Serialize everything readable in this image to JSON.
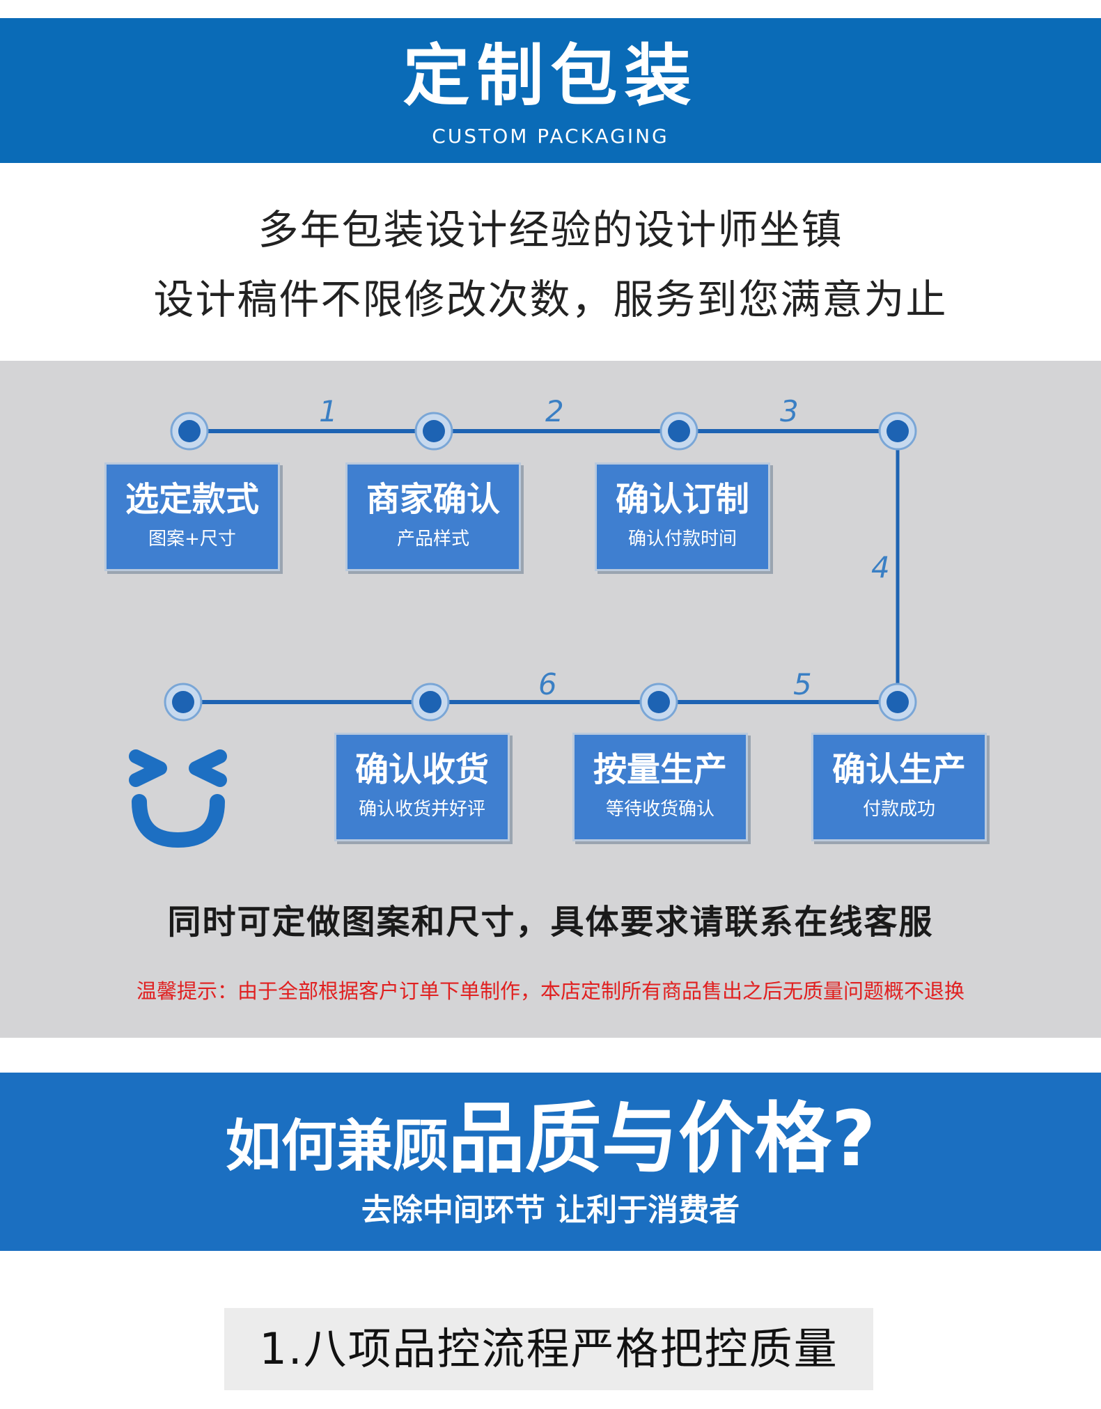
{
  "header": {
    "title": "定制包装",
    "subtitle": "CUSTOM PACKAGING"
  },
  "intro": {
    "line1": "多年包装设计经验的设计师坐镇",
    "line2": "设计稿件不限修改次数，服务到您满意为止"
  },
  "flow": {
    "step_numbers": [
      "1",
      "2",
      "3",
      "4",
      "5",
      "6"
    ],
    "steps": [
      {
        "title": "选定款式",
        "subtitle": "图案+尺寸"
      },
      {
        "title": "商家确认",
        "subtitle": "产品样式"
      },
      {
        "title": "确认订制",
        "subtitle": "确认付款时间"
      },
      {
        "title": "确认生产",
        "subtitle": "付款成功"
      },
      {
        "title": "按量生产",
        "subtitle": "等待收货确认"
      },
      {
        "title": "确认收货",
        "subtitle": "确认收货并好评"
      }
    ],
    "icon": "smiley-face-icon",
    "accent": "#3f7fd0",
    "line_color": "#1d63b3"
  },
  "note": "同时可定做图案和尺寸，具体要求请联系在线客服",
  "warning": "温馨提示：由于全部根据客户订单下单制作，本店定制所有商品售出之后无质量问题概不退换",
  "banner2": {
    "question_small": "如何兼顾",
    "question_big": "品质与价格?",
    "subtitle": "去除中间环节 让利于消费者"
  },
  "section": {
    "heading": "1.八项品控流程严格把控质量"
  },
  "colors": {
    "header_bg": "#0a6bb7",
    "banner2_bg": "#1b6fc1",
    "gray_bg": "#d4d4d6",
    "warning": "#e02020"
  }
}
